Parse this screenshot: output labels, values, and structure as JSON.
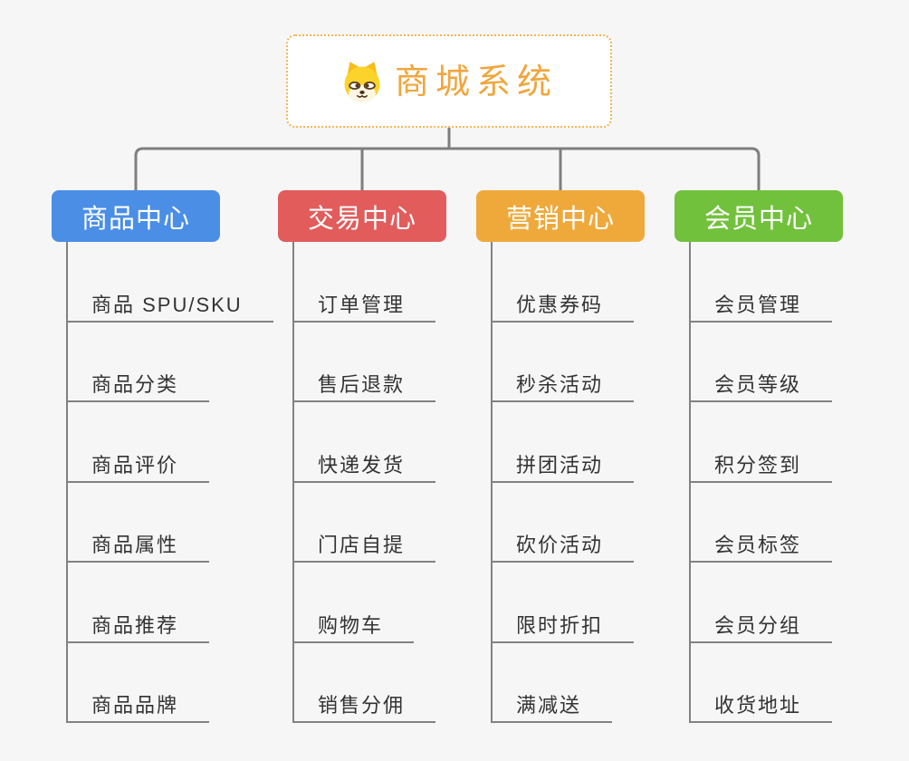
{
  "root": {
    "title": "商城系统",
    "icon": "dog-face-icon",
    "title_color": "#f0a63c",
    "border_color": "#f6b352"
  },
  "connector_color": "#7e7e7e",
  "branch_line_color": "#828282",
  "branches": [
    {
      "label": "商品中心",
      "color": "#4a8ee6",
      "children": [
        "商品 SPU/SKU",
        "商品分类",
        "商品评价",
        "商品属性",
        "商品推荐",
        "商品品牌"
      ]
    },
    {
      "label": "交易中心",
      "color": "#e25c5c",
      "children": [
        "订单管理",
        "售后退款",
        "快递发货",
        "门店自提",
        "购物车",
        "销售分佣"
      ]
    },
    {
      "label": "营销中心",
      "color": "#efa93b",
      "children": [
        "优惠券码",
        "秒杀活动",
        "拼团活动",
        "砍价活动",
        "限时折扣",
        "满减送"
      ]
    },
    {
      "label": "会员中心",
      "color": "#72c13d",
      "children": [
        "会员管理",
        "会员等级",
        "积分签到",
        "会员标签",
        "会员分组",
        "收货地址"
      ]
    }
  ]
}
